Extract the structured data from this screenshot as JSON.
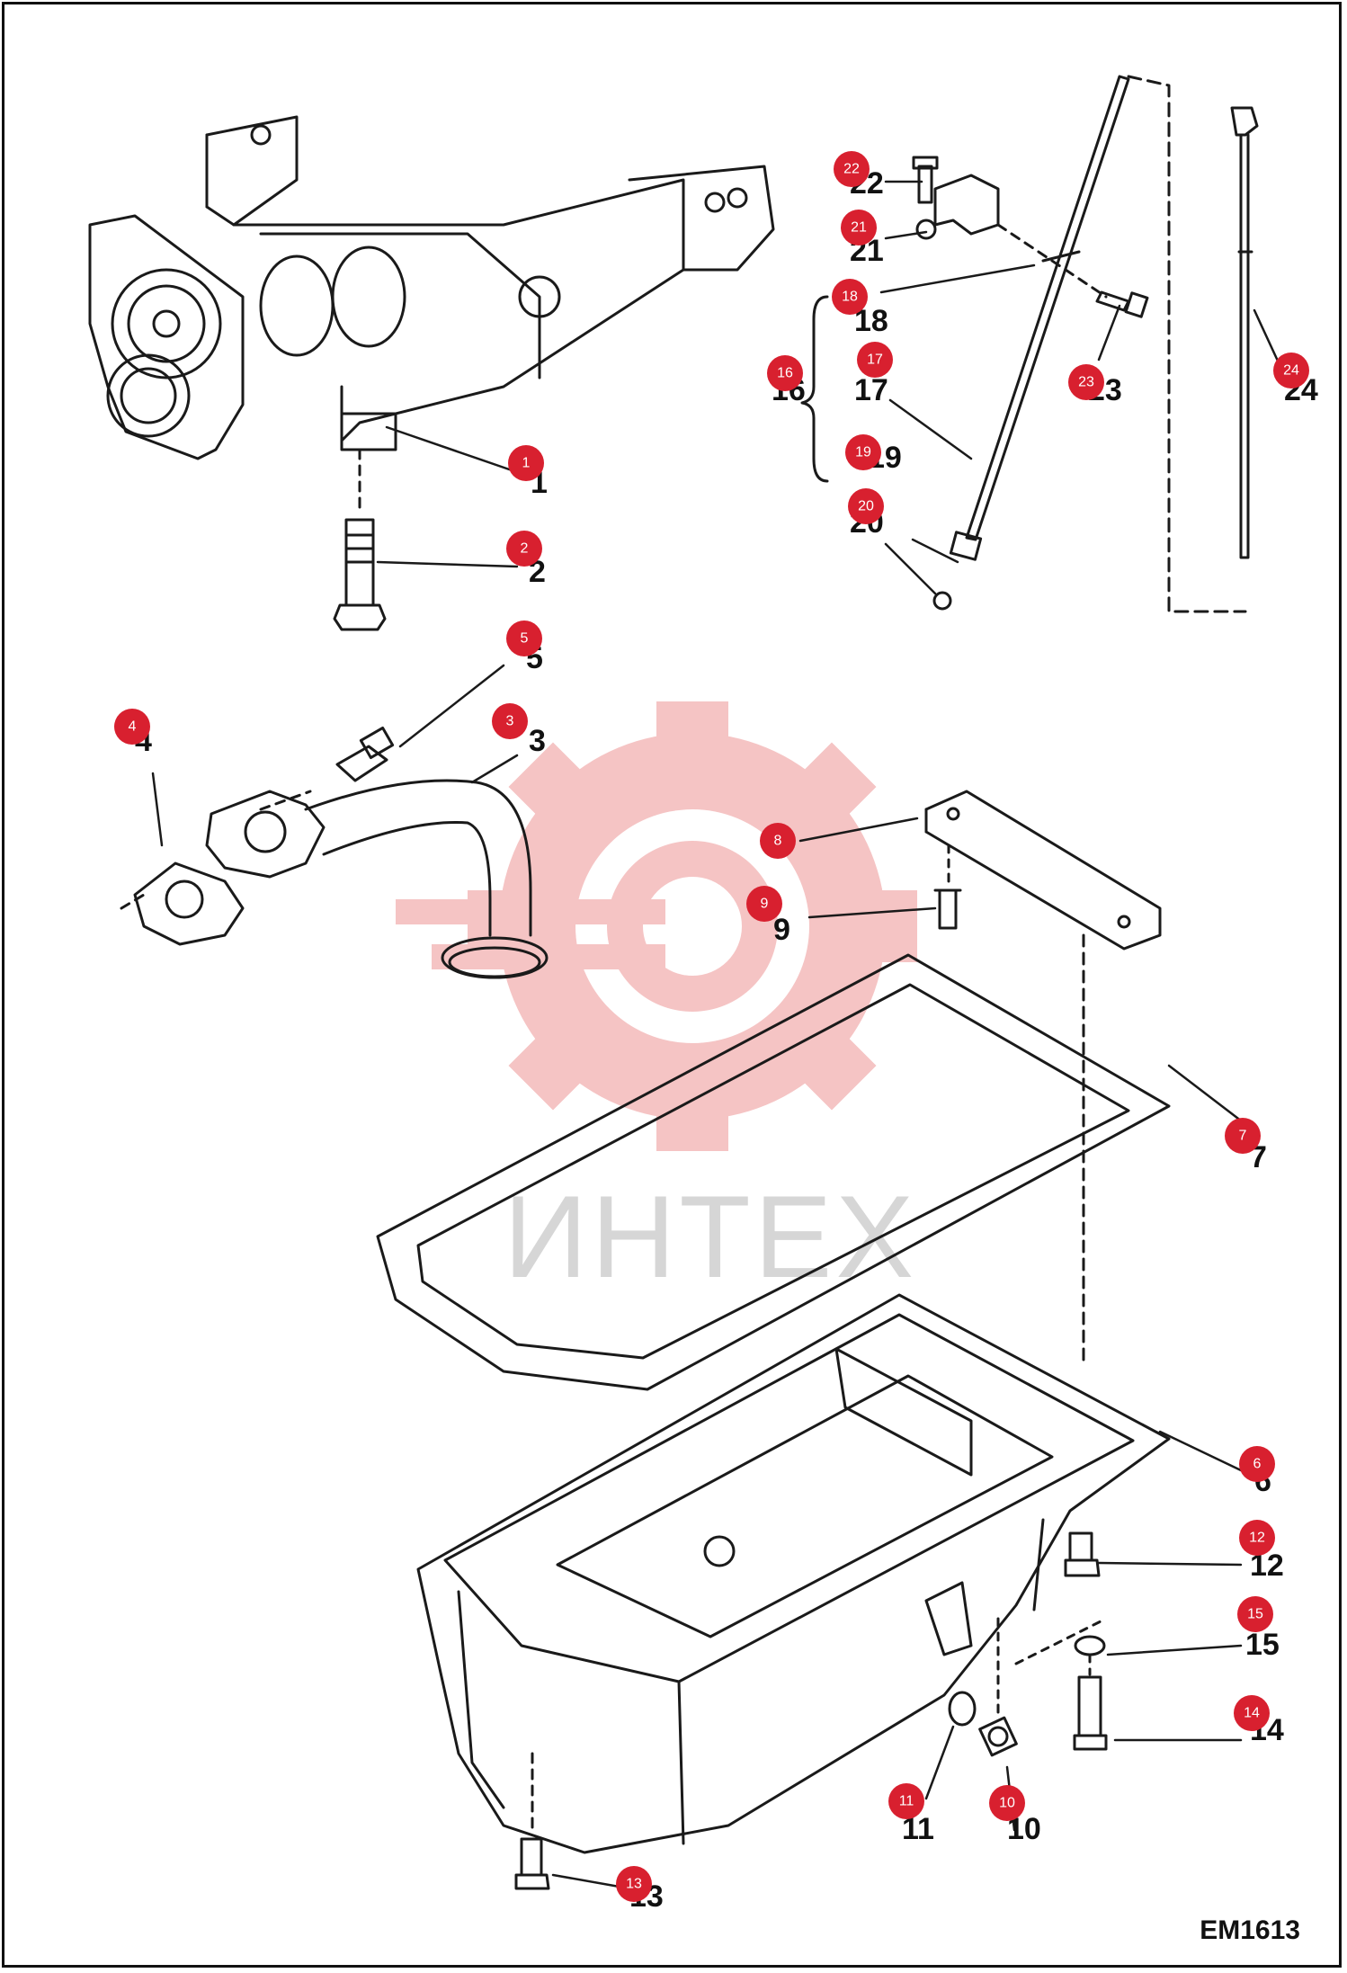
{
  "diagram_code": "EM1613",
  "watermark": {
    "text": "ИНТЕХ",
    "gear_color": "#f5c4c4",
    "text_color": "#d6d6d6"
  },
  "colors": {
    "line": "#1a1a1a",
    "badge": "#d8202f",
    "badge_text": "#ffffff"
  },
  "callouts": [
    {
      "id": "1",
      "label": "1"
    },
    {
      "id": "2",
      "label": "2"
    },
    {
      "id": "3",
      "label": "3"
    },
    {
      "id": "4",
      "label": "4"
    },
    {
      "id": "5",
      "label": "5"
    },
    {
      "id": "6",
      "label": "6"
    },
    {
      "id": "7",
      "label": "7"
    },
    {
      "id": "8",
      "label": "8"
    },
    {
      "id": "9",
      "label": "9"
    },
    {
      "id": "10",
      "label": "10"
    },
    {
      "id": "11",
      "label": "11"
    },
    {
      "id": "12",
      "label": "12"
    },
    {
      "id": "13",
      "label": "13"
    },
    {
      "id": "14",
      "label": "14"
    },
    {
      "id": "15",
      "label": "15"
    },
    {
      "id": "16",
      "label": "16"
    },
    {
      "id": "17",
      "label": "17"
    },
    {
      "id": "18",
      "label": "18"
    },
    {
      "id": "19",
      "label": "19"
    },
    {
      "id": "20",
      "label": "20"
    },
    {
      "id": "21",
      "label": "21"
    },
    {
      "id": "22",
      "label": "22"
    },
    {
      "id": "23",
      "label": "23"
    },
    {
      "id": "24",
      "label": "24"
    }
  ]
}
